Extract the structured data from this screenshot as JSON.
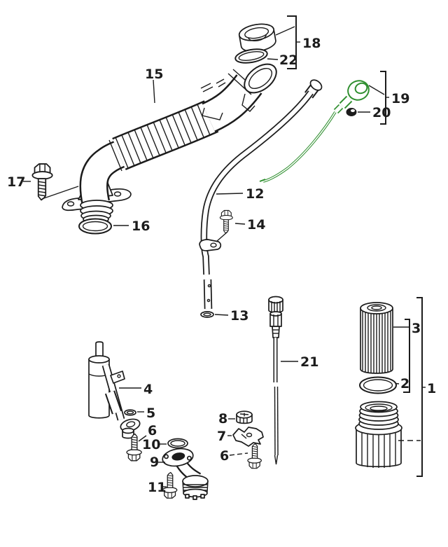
{
  "figure": {
    "kind": "exploded-parts-diagram",
    "background_color": "#ffffff",
    "line_color": "#1c1c1c",
    "highlight_color": "#2f8f2f",
    "highlighted_callout": "19"
  },
  "callouts": {
    "c1": "1",
    "c2": "2",
    "c3": "3",
    "c4": "4",
    "c5": "5",
    "c6a": "6",
    "c6b": "6",
    "c7": "7",
    "c8": "8",
    "c9": "9",
    "c10": "10",
    "c11": "11",
    "c12": "12",
    "c13": "13",
    "c14": "14",
    "c15": "15",
    "c16": "16",
    "c17": "17",
    "c18": "18",
    "c19": "19",
    "c20": "20",
    "c21": "21",
    "c22": "22"
  }
}
